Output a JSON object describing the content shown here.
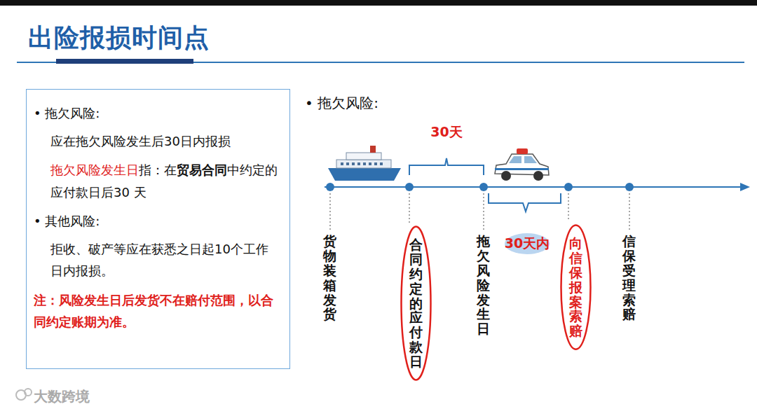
{
  "diagram": {
    "title": "出险报损时间点",
    "nodes": [
      {
        "text": [
          "• 拖欠风险:",
          "应在拖欠风险发生后30日内报损",
          "拖欠风险发生日",
          "指：在",
          "贸易合同",
          "中约定的应付款日后30 天",
          "• 其他风险:",
          "拒收、破产等应在获悉之日起10个工作日内报损。",
          "注：风险发生日后发货不在赔付范围，以合同约定账期为准。"
        ]
      },
      {
        "text": [
          "合同约定的应付款日"
        ]
      },
      {
        "text": [
          "向信保报案索赔"
        ]
      }
    ],
    "labels": [
      "• 拖欠风险:",
      "30天",
      "30天内",
      "货物装箱发货",
      "拖欠风险发生日",
      "信保受理索赔",
      "大数跨境"
    ]
  }
}
